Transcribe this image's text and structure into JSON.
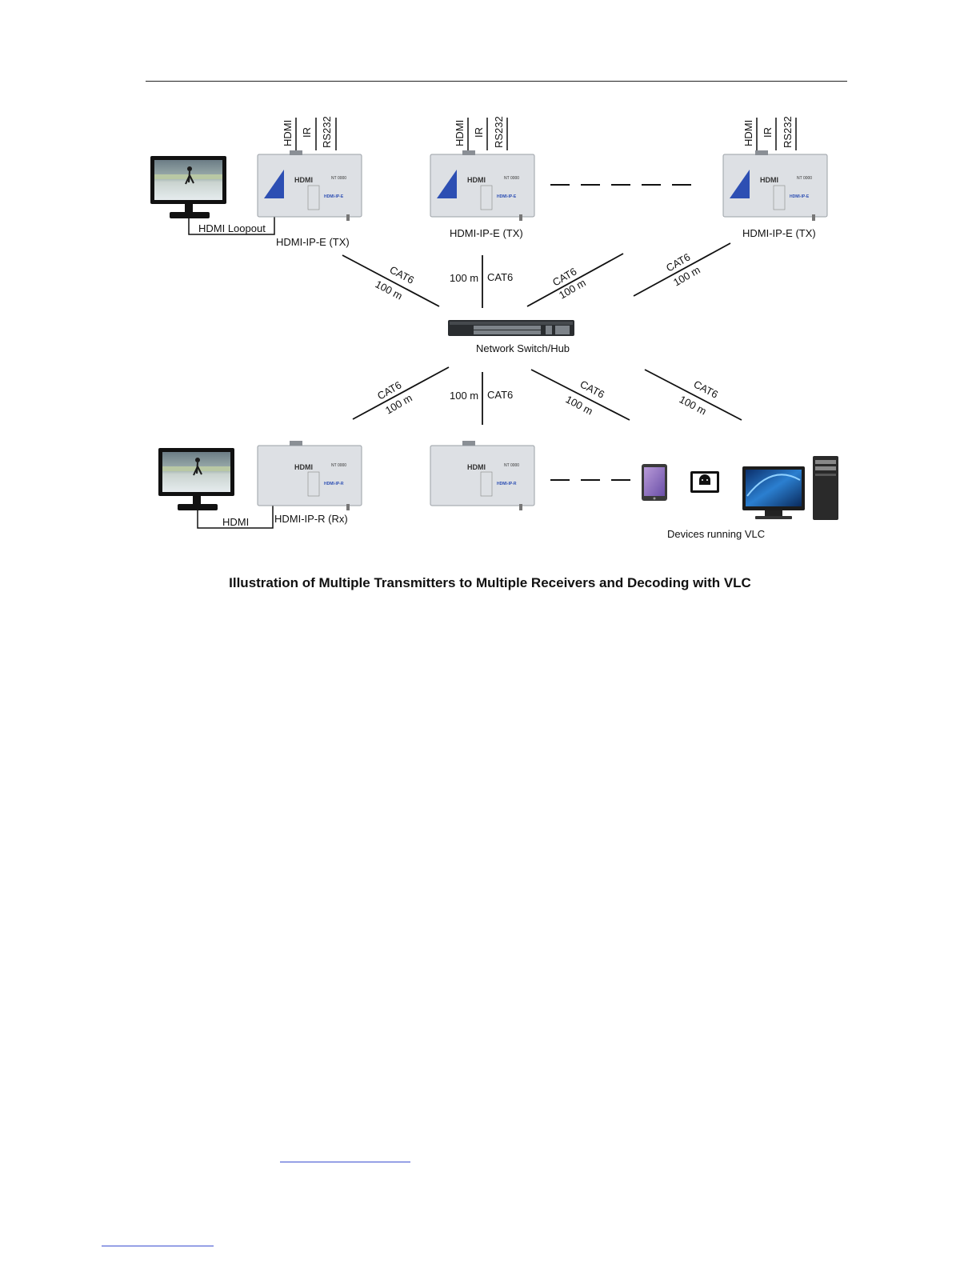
{
  "port_labels": [
    "HDMI",
    "IR",
    "RS232"
  ],
  "device": {
    "brand": "HDMI",
    "model_tx": "HDMI-IP-E",
    "model_rx": "HDMI-IP-R",
    "standby": "NT 0000"
  },
  "labels": {
    "tx": "HDMI-IP-E (TX)",
    "rx": "HDMI-IP-R (Rx)",
    "loopout": "HDMI Loopout",
    "hdmi": "HDMI",
    "switch": "Network Switch/Hub",
    "devices": "Devices running VLC",
    "cable": "CAT6",
    "distance": "100 m"
  },
  "caption": "Illustration of  Multiple Transmitters to Multiple Receivers and Decoding with VLC",
  "colors": {
    "device_body": "#dde0e4",
    "device_border": "#9aa0a6",
    "brand_blue": "#2d4fb3",
    "ice": "#dfe8ec",
    "rink_board": "#b9c8a4",
    "link": "#3a4fd0"
  }
}
